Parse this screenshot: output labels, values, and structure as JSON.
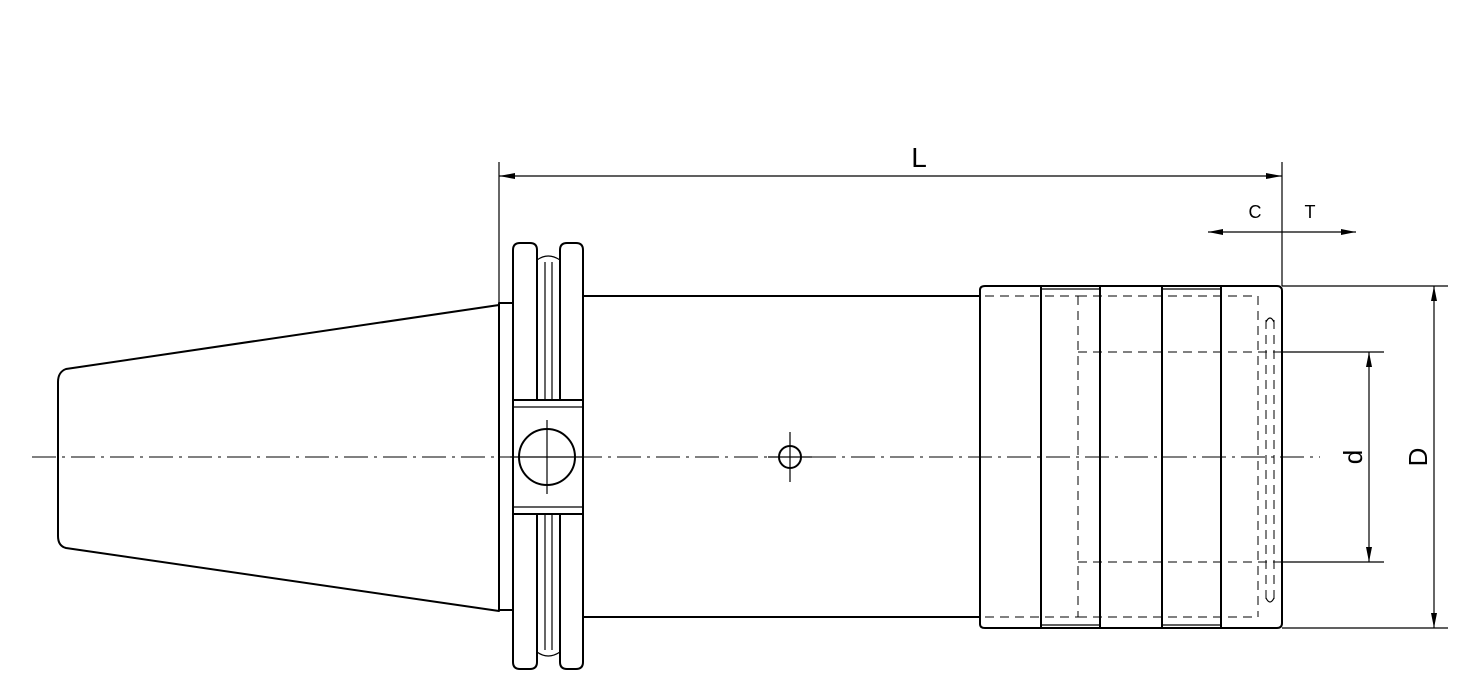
{
  "dimension_labels": {
    "L": "L",
    "C": "C",
    "T": "T",
    "d": "d",
    "D": "D"
  },
  "colors": {
    "line": "#000000",
    "background": "#ffffff"
  }
}
